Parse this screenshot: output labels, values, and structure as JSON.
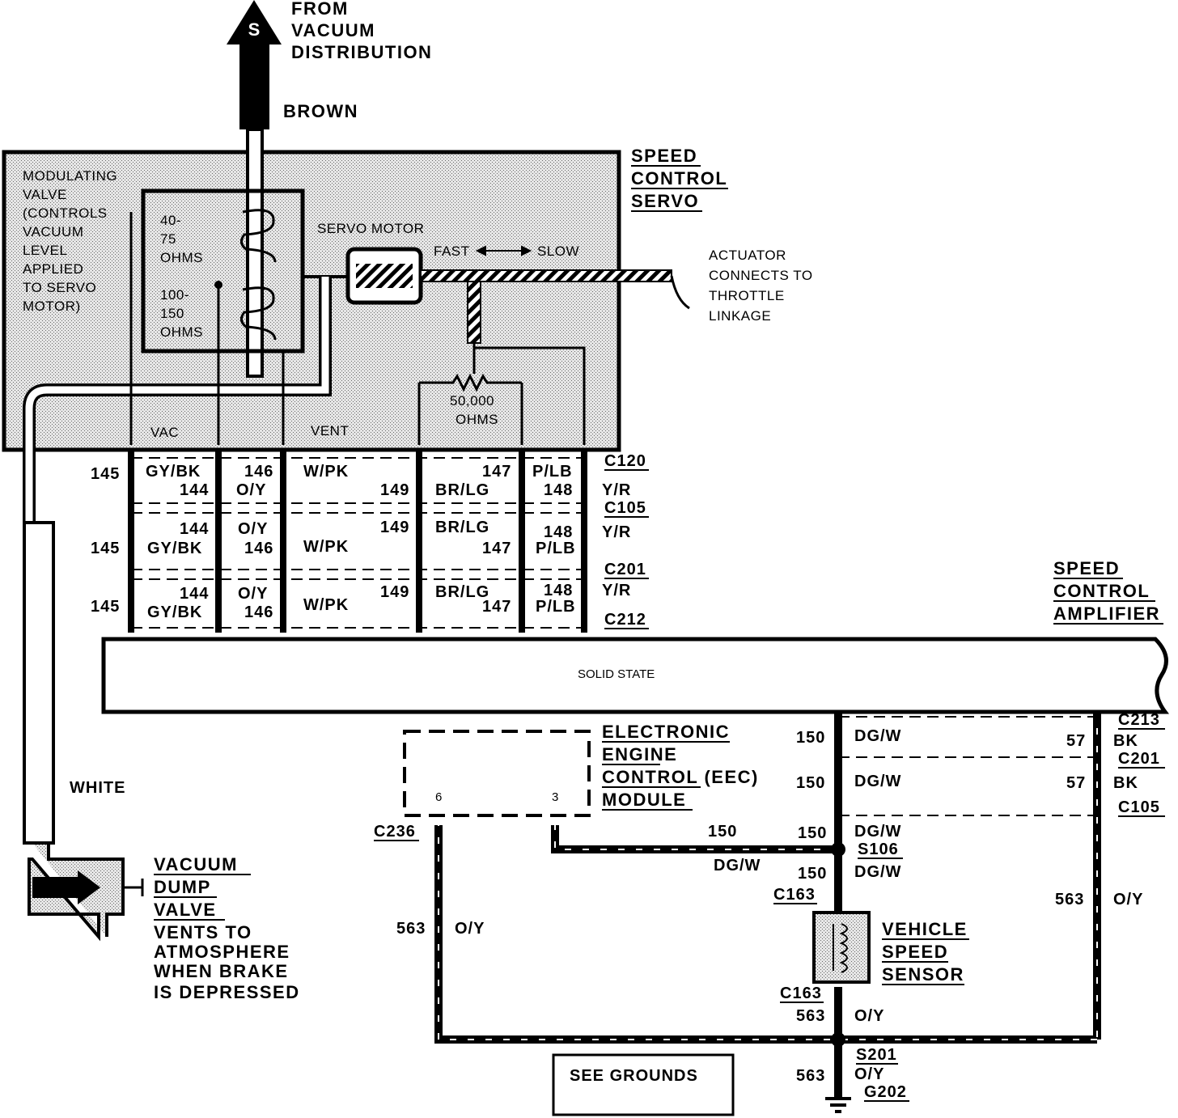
{
  "source": {
    "arrow_letter": "S",
    "line1": "FROM",
    "line2": "VACUUM",
    "line3": "DISTRIBUTION",
    "hose_color": "BROWN"
  },
  "servo": {
    "title_lines": [
      "SPEED",
      "CONTROL",
      "SERVO"
    ],
    "modulating_valve_lines": [
      "MODULATING",
      "VALVE",
      "(CONTROLS",
      "VACUUM",
      "LEVEL",
      "APPLIED",
      "TO SERVO",
      "MOTOR)"
    ],
    "coil1_lines": [
      "40-",
      "75",
      "OHMS"
    ],
    "coil2_lines": [
      "100-",
      "150",
      "OHMS"
    ],
    "servo_motor": "SERVO MOTOR",
    "fast": "FAST",
    "slow": "SLOW",
    "pot_lines": [
      "50,000",
      "OHMS"
    ],
    "vac": "VAC",
    "vent": "VENT"
  },
  "actuator_lines": [
    "ACTUATOR",
    "CONNECTS TO",
    "THROTTLE",
    "LINKAGE"
  ],
  "connectors": {
    "c120": "C120",
    "c105": "C105",
    "c201": "C201",
    "c212": "C212",
    "wires": {
      "w145": "145",
      "gybk": "GY/BK",
      "w144": "144",
      "w146": "146",
      "oy": "O/Y",
      "wpk": "W/PK",
      "w149": "149",
      "brlg": "BR/LG",
      "w147": "147",
      "plb": "P/LB",
      "w148": "148",
      "yr": "Y/R"
    }
  },
  "amplifier": {
    "title_lines": [
      "SPEED",
      "CONTROL",
      "AMPLIFIER"
    ],
    "body": "SOLID STATE"
  },
  "eec": {
    "title_lines": [
      "ELECTRONIC",
      "ENGINE",
      "CONTROL (EEC)",
      "MODULE"
    ],
    "pin_left": "6",
    "pin_right": "3"
  },
  "vss_circuit": {
    "c213": "C213",
    "c201": "C201",
    "c105": "C105",
    "w150": "150",
    "dgw": "DG/W",
    "w57": "57",
    "bk": "BK",
    "c236": "C236",
    "s106": "S106",
    "c163": "C163",
    "w563": "563",
    "oy": "O/Y",
    "vss_lines": [
      "VEHICLE",
      "SPEED",
      "SENSOR"
    ],
    "s201": "S201",
    "g202": "G202",
    "see_grounds": "SEE GROUNDS"
  },
  "dump_valve": {
    "hose_color": "WHITE",
    "title_lines": [
      "VACUUM",
      "DUMP",
      "VALVE"
    ],
    "desc_lines": [
      "VENTS TO",
      "ATMOSPHERE",
      "WHEN BRAKE",
      "IS DEPRESSED"
    ]
  }
}
